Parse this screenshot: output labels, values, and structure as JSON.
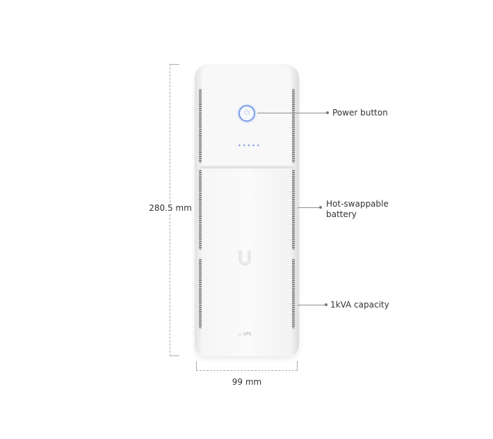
{
  "callouts": {
    "power": "Power button",
    "battery": "Hot-swappable battery",
    "capacity": "1kVA capacity"
  },
  "dimensions": {
    "height": "280.5 mm",
    "width": "99 mm"
  },
  "device": {
    "brand_mark": "UPS",
    "accent_color": "#7a9ee8"
  }
}
